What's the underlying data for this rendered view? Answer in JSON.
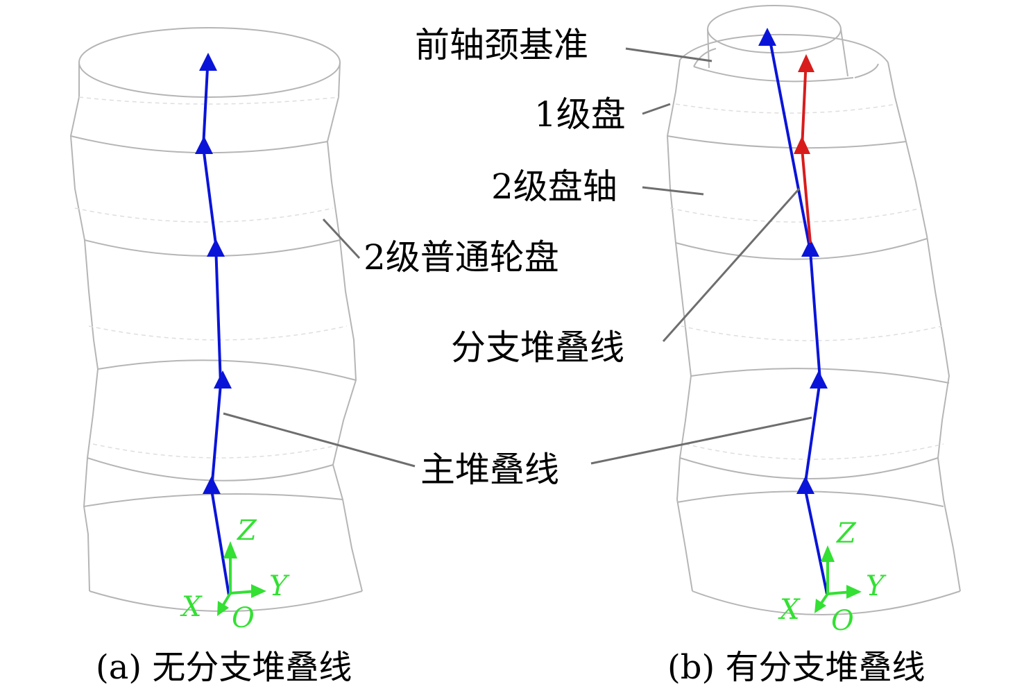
{
  "panel_a": {
    "caption": "(a) 无分支堆叠线",
    "labels": {
      "normal_disk": "2级普通轮盘",
      "main_stack_line": "主堆叠线"
    },
    "axes": {
      "z": "Z",
      "y": "Y",
      "x": "X",
      "o": "O"
    }
  },
  "panel_b": {
    "caption": "(b) 有分支堆叠线",
    "labels": {
      "front_journal": "前轴颈基准",
      "stage1_disk": "1级盘",
      "stage2_disk_shaft": "2级盘轴",
      "branch_stack_line": "分支堆叠线"
    },
    "axes": {
      "z": "Z",
      "y": "Y",
      "x": "X",
      "o": "O"
    }
  },
  "colors": {
    "main_stack_line": "#0a14d8",
    "branch_stack_line": "#d81c1c",
    "axes": "#33e033",
    "outline": "#b5b5b5",
    "leader": "#6e6e6e"
  }
}
